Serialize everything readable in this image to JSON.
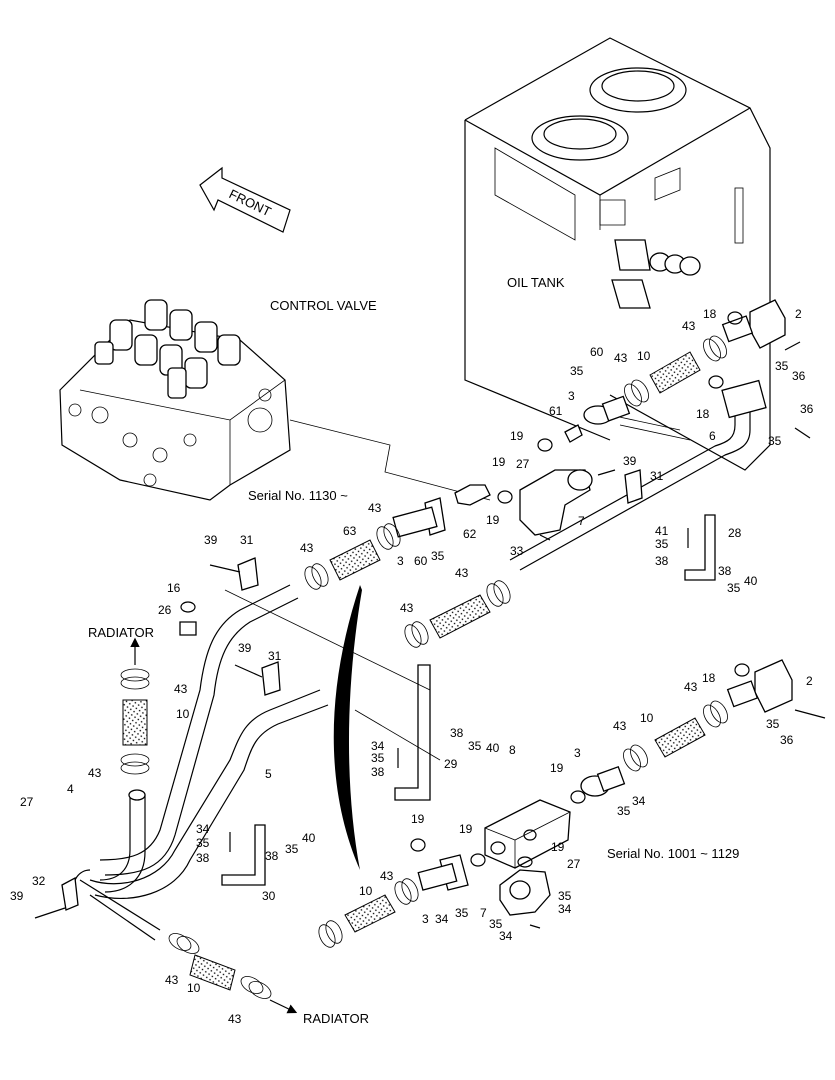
{
  "labels": {
    "front": "FRONT",
    "control_valve": "CONTROL VALVE",
    "oil_tank": "OIL TANK",
    "radiator_top": "RADIATOR",
    "radiator_bottom": "RADIATOR",
    "serial_upper": "Serial No. 1130 ~",
    "serial_lower": "Serial No. 1001 ~ 1129"
  },
  "callouts": {
    "c18a": "18",
    "c2a": "2",
    "c43a": "43",
    "c35a": "35",
    "c36a": "36",
    "c60a": "60",
    "c43b": "43",
    "c10a": "10",
    "c35b": "35",
    "c3a": "3",
    "c18b": "18",
    "c61": "61",
    "c19a": "19",
    "c6": "6",
    "c36b": "36",
    "c35c": "35",
    "c19b": "19",
    "c27a": "27",
    "c39a": "39",
    "c31a": "31",
    "c7a": "7",
    "c19c": "19",
    "c62": "62",
    "c43c": "43",
    "c63": "63",
    "c3b": "3",
    "c60b": "60",
    "c35d": "35",
    "c33": "33",
    "c41": "41",
    "c28": "28",
    "c35e": "35",
    "c38a": "38",
    "c38b": "38",
    "c35f": "35",
    "c40a": "40",
    "c39b": "39",
    "c31b": "31",
    "c43d": "43",
    "c43e": "43",
    "c43f": "43",
    "c16": "16",
    "c26": "26",
    "c43g": "43",
    "c10b": "10",
    "c39c": "39",
    "c31c": "31",
    "c38c": "38",
    "c35g": "35",
    "c40b": "40",
    "c34a": "34",
    "c35h": "35",
    "c38d": "38",
    "c29": "29",
    "c43h": "43",
    "c5": "5",
    "c27b": "27",
    "c4": "4",
    "c34b": "34",
    "c35i": "35",
    "c38e": "38",
    "c38f": "38",
    "c35j": "35",
    "c40c": "40",
    "c30": "30",
    "c32": "32",
    "c39d": "39",
    "c43i": "43",
    "c10c": "10",
    "c43j": "43",
    "c18c": "18",
    "c2b": "2",
    "c43k": "43",
    "c10d": "10",
    "c43l": "43",
    "c35k": "35",
    "c36c": "36",
    "c3c": "3",
    "c19d": "19",
    "c34c": "34",
    "c35l": "35",
    "c8": "8",
    "c19e": "19",
    "c19f": "19",
    "c19g": "19",
    "c27c": "27",
    "c43m": "43",
    "c10e": "10",
    "c3d": "3",
    "c34d": "34",
    "c35m": "35",
    "c7b": "7",
    "c35n": "35",
    "c34e": "34",
    "c35o": "35",
    "c34f": "34"
  }
}
